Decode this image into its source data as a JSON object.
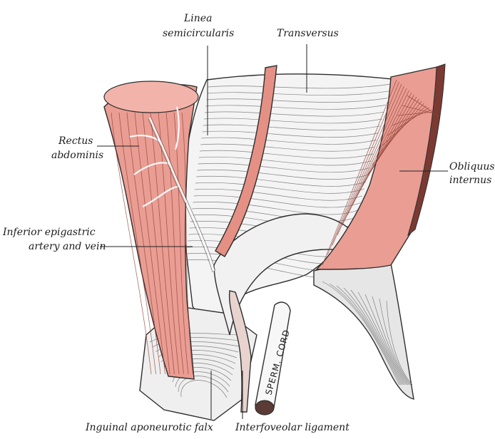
{
  "labels": {
    "linea_semicircularis": [
      "Linea",
      "semicircularis"
    ],
    "transversus": "Transversus",
    "rectus_abdominis": [
      "Rectus",
      "abdominis"
    ],
    "obliquus_internus": [
      "Obliquus",
      "internus"
    ],
    "inferior_epigastric": [
      "Inferior epigastric",
      "artery and vein"
    ],
    "inguinal_falx": "Inguinal aponeurotic falx",
    "interfoveolar_ligament": "Interfoveolar ligament",
    "sperm_cord": "SPERM. CORD"
  },
  "colors": {
    "muscle": "#ea9d93",
    "muscle_dark": "#c9685c",
    "aponeurosis": "#f3f3f3",
    "ink": "#2e2e2e"
  }
}
